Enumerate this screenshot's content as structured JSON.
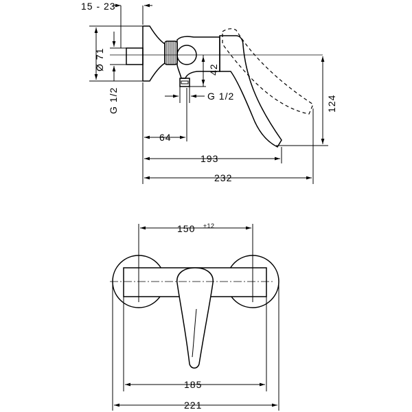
{
  "side_view": {
    "dim_offset": "15 - 23",
    "dim_diameter": "Ø 71",
    "dim_thread_left": "G 1/2",
    "dim_height": "42",
    "dim_thread_right": "G 1/2",
    "dim_total_height": "124",
    "dim_outlet": "64",
    "dim_handle": "193",
    "dim_overall": "232"
  },
  "front_view": {
    "dim_centers": "150",
    "dim_tolerance": "±12",
    "dim_body": "185",
    "dim_total": "221"
  },
  "colors": {
    "line": "#000000",
    "background": "#ffffff"
  }
}
